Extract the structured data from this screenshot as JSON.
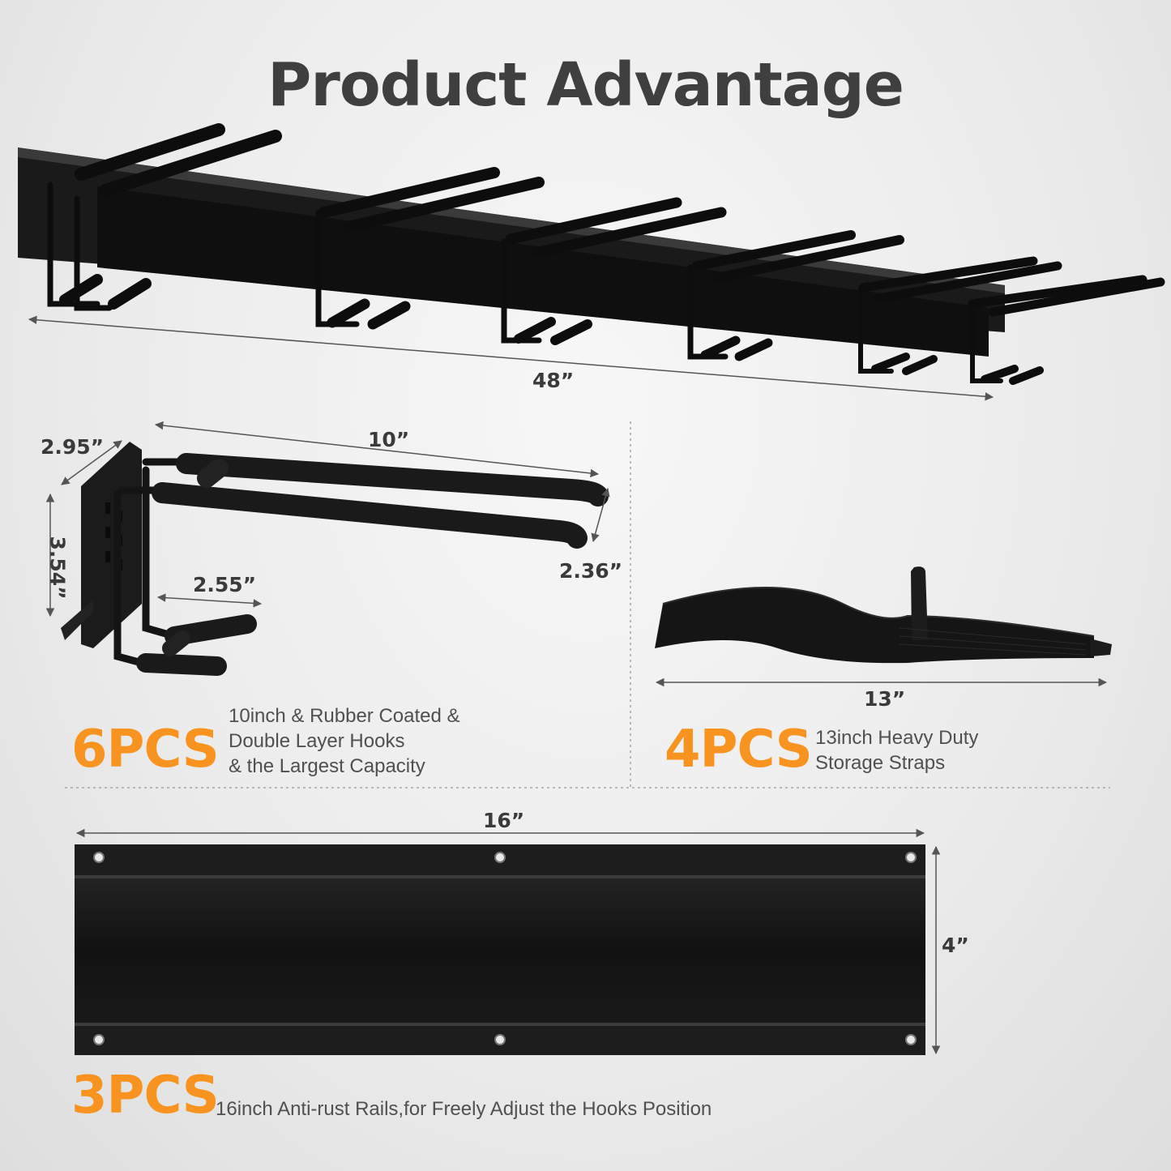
{
  "title": "Product Advantage",
  "colors": {
    "accent": "#f7931e",
    "product": "#111111",
    "text": "#3f3f3f"
  },
  "full_rack": {
    "length_label": "48”"
  },
  "hook": {
    "length_label": "10”",
    "width_label": "2.95”",
    "height_label": "3.54”",
    "lower_label": "2.55”",
    "spacing_label": "2.36”",
    "count_label": "6PCS",
    "desc": [
      "10inch & Rubber Coated &",
      "Double Layer Hooks",
      "& the Largest Capacity"
    ]
  },
  "strap": {
    "length_label": "13”",
    "count_label": "4PCS",
    "desc": [
      "13inch Heavy Duty",
      "Storage Straps"
    ]
  },
  "rail": {
    "length_label": "16”",
    "height_label": "4”",
    "count_label": "3PCS",
    "desc": "16inch Anti-rust Rails,for Freely Adjust the Hooks Position"
  }
}
